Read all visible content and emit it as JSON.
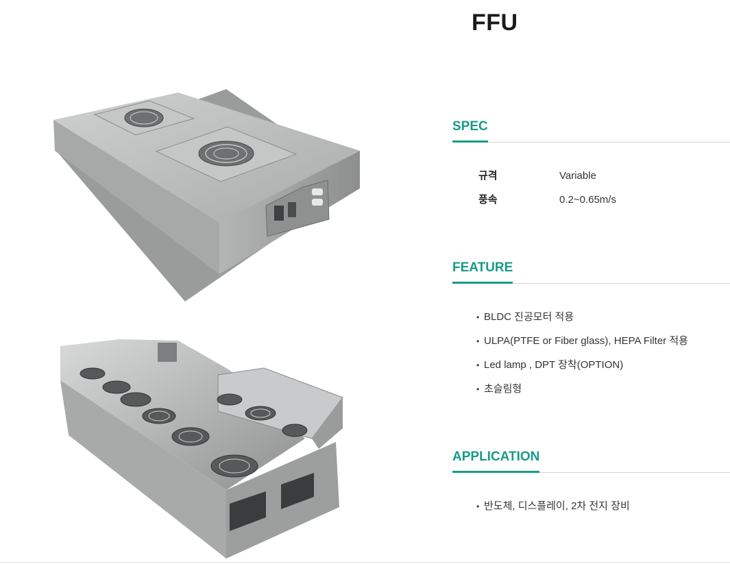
{
  "title": "FFU",
  "spec": {
    "heading": "SPEC",
    "rows": [
      {
        "label": "규격",
        "value": "Variable"
      },
      {
        "label": "풍속",
        "value": "0.2~0.65m/s"
      }
    ]
  },
  "feature": {
    "heading": "FEATURE",
    "items": [
      "BLDC 진공모터 적용",
      "ULPA(PTFE or Fiber glass), HEPA Filter 적용",
      "Led lamp , DPT 장착(OPTION)",
      "초슬림형"
    ]
  },
  "application": {
    "heading": "APPLICATION",
    "items": [
      "반도체, 디스플레이, 2차 전지 장비"
    ]
  },
  "bullet": "•",
  "colors": {
    "accent": "#179b86",
    "rule": "#d4d4d4",
    "steel": "#b9bbbc"
  }
}
